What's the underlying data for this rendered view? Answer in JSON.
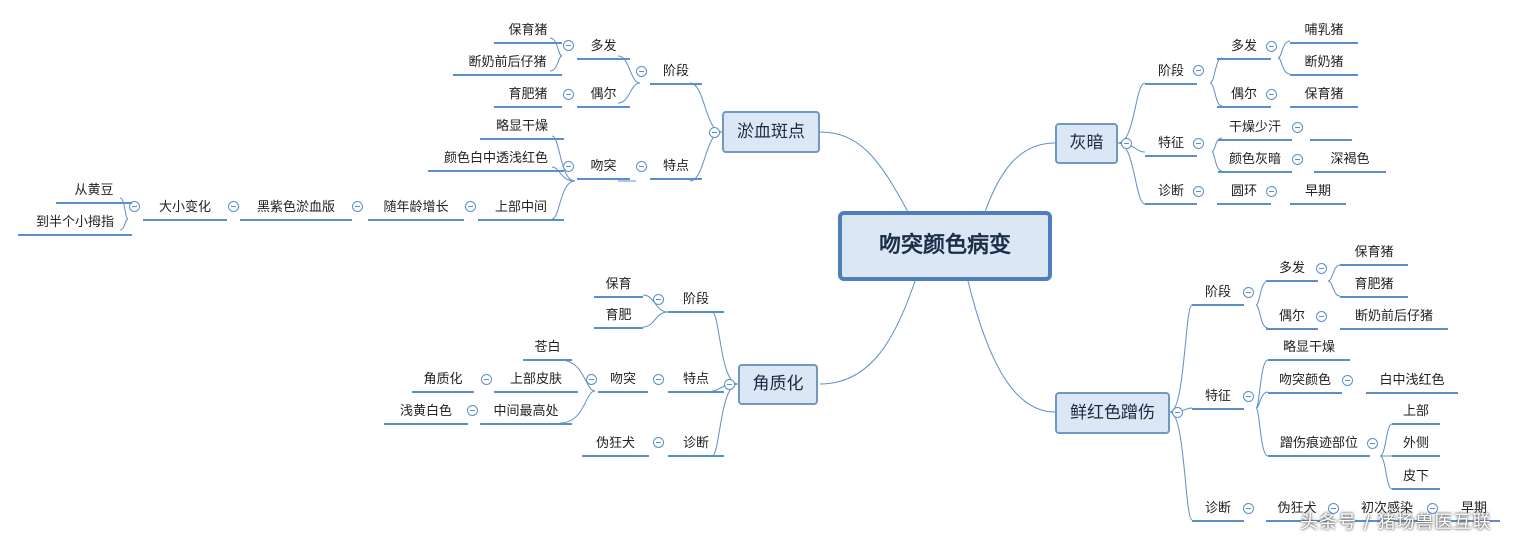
{
  "root": "吻突颜色病变",
  "branches": {
    "b1": "淤血斑点",
    "b2": "灰暗",
    "b3": "角质化",
    "b4": "鲜红色蹭伤"
  },
  "nodes": {
    "a1": "阶段",
    "a2": "多发",
    "a3": "保育猪",
    "a4": "断奶前后仔猪",
    "a5": "偶尔",
    "a6": "育肥猪",
    "a7": "特点",
    "a8": "吻突",
    "a9": "略显干燥",
    "a10": "颜色白中透浅红色",
    "a11": "上部中间",
    "a12": "随年龄增长",
    "a13": "黑紫色淤血版",
    "a14": "大小变化",
    "a15": "从黄豆",
    "a16": "到半个小拇指",
    "g1": "阶段",
    "g2": "多发",
    "g3": "哺乳猪",
    "g4": "断奶猪",
    "g5": "偶尔",
    "g6": "保育猪",
    "g7": "特征",
    "g8": "干燥少汗",
    "g9": "颜色灰暗",
    "g10": "深褐色",
    "g11": "诊断",
    "g12": "圆环",
    "g13": "早期",
    "c1": "阶段",
    "c2": "保育",
    "c3": "育肥",
    "c4": "特点",
    "c5": "吻突",
    "c6": "苍白",
    "c7": "上部皮肤",
    "c8": "角质化",
    "c9": "中间最高处",
    "c10": "浅黄白色",
    "c11": "诊断",
    "c12": "伪狂犬",
    "r1": "阶段",
    "r2": "多发",
    "r3": "保育猪",
    "r4": "育肥猪",
    "r5": "偶尔",
    "r6": "断奶前后仔猪",
    "r7": "特征",
    "r8": "略显干燥",
    "r9": "吻突颜色",
    "r10": "白中浅红色",
    "r11": "蹭伤痕迹部位",
    "r12": "上部",
    "r13": "外侧",
    "r14": "皮下",
    "r15": "诊断",
    "r16": "伪狂犬",
    "r17": "初次感染",
    "r18": "早期"
  },
  "watermark": "头条号 / 猪场兽医互联",
  "colors": {
    "line": "#5b8fc9",
    "box_fill": "#dce7f5",
    "box_border": "#6f97c7"
  }
}
